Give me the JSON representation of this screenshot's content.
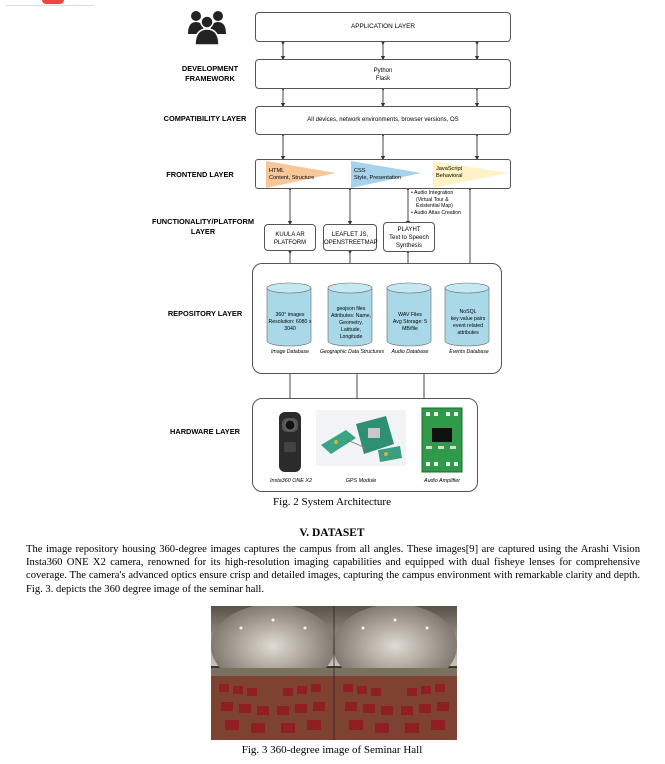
{
  "diagram": {
    "labels": {
      "development": "DEVELOPMENT\nFRAMEWORK",
      "compatibility": "COMPATIBILITY LAYER",
      "frontend": "FRONTEND LAYER",
      "functionality": "FUNCTIONALITY/PLATFORM\nLAYER",
      "repository": "REPOSITORY LAYER",
      "hardware": "HARDWARE LAYER"
    },
    "application_box": "APPLICATION LAYER",
    "framework_box": {
      "line1": "Python",
      "line2": "Flask"
    },
    "compat_box": "All devices, network environments, browser versions, OS",
    "frontend": {
      "html": {
        "line1": "HTML",
        "line2": "Content, Structure"
      },
      "css": {
        "line1": "CSS",
        "line2": "Style, Presentation"
      },
      "js": {
        "line1": "JavaScript",
        "line2": "Behavioral"
      },
      "js_notes": [
        "Audio Integration",
        "(Virtual Tour &",
        "Existential Map)",
        "Audio Atlas Creation"
      ]
    },
    "platforms": [
      {
        "line1": "KUULA AR",
        "line2": "PLATFORM"
      },
      {
        "line1": "LEAFLET JS,",
        "line2": "OPENSTREETMAP"
      },
      {
        "line1": "PLAYHT",
        "line2": "Text to Speech",
        "line3": "Synthesis"
      }
    ],
    "databases": [
      {
        "text": [
          "360° images",
          "Resolution: 6080 x",
          "3040"
        ],
        "label": "Image Database"
      },
      {
        "text": [
          "geojson files",
          "Attributes: Name,",
          "Geometry,",
          "Latitude,",
          "Longitude"
        ],
        "label": "Geographic Data Structures"
      },
      {
        "text": [
          "WAV Files",
          "Avg Storage: 5",
          "MB/file"
        ],
        "label": "Audio Database"
      },
      {
        "text": [
          "NoSQL",
          "key:value pairs",
          "event related",
          "attributes"
        ],
        "label": "Events Database"
      }
    ],
    "hardware": [
      {
        "label": "Insta360 ONE X2"
      },
      {
        "label": "GPS Module"
      },
      {
        "label": "Audio Amplifier"
      }
    ]
  },
  "fig2_caption": "Fig. 2 System Architecture",
  "section_heading": "V.  DATASET",
  "paragraph": "The image repository housing 360-degree images captures the campus from all angles. These images[9] are captured using the Arashi Vision Insta360 ONE X2 camera, renowned for its high-resolution imaging capabilities and equipped with dual fisheye lenses for comprehensive coverage. The camera's advanced optics ensure crisp and detailed images, capturing the campus environment with remarkable clarity and depth. Fig. 3. depicts the 360 degree image of the seminar hall.",
  "fig3_caption": "Fig. 3 360-degree image of Seminar Hall"
}
